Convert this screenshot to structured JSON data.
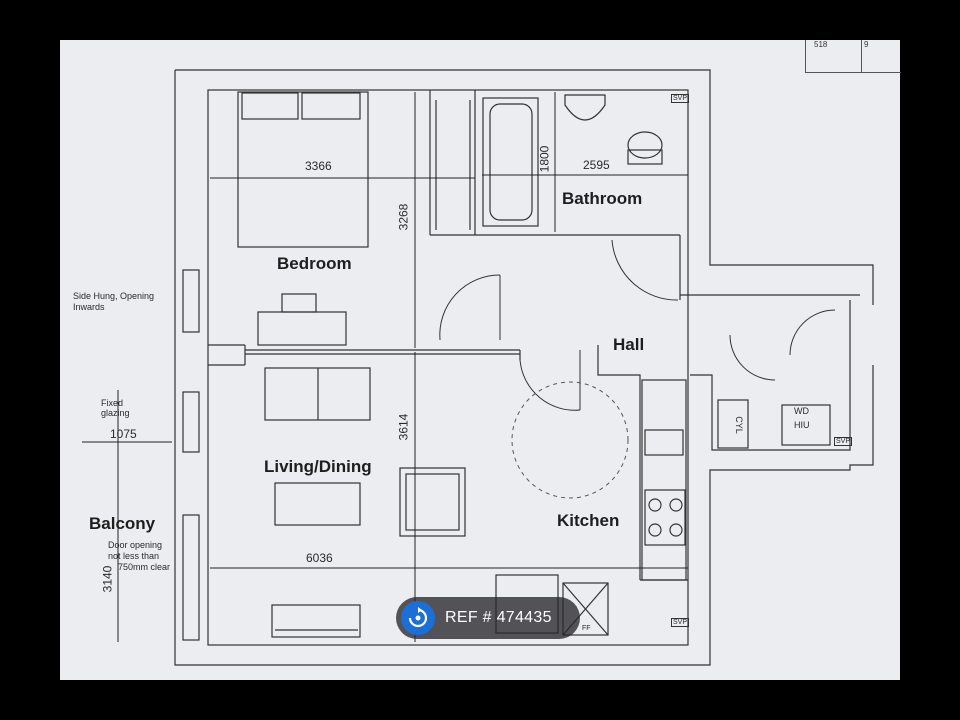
{
  "plan": {
    "rooms": {
      "bedroom": "Bedroom",
      "bathroom": "Bathroom",
      "hall": "Hall",
      "living": "Living/Dining",
      "kitchen": "Kitchen",
      "balcony": "Balcony"
    },
    "dimensions": {
      "bed_width": "3366",
      "bed_depth": "3268",
      "bath_depth": "1800",
      "bath_width": "2595",
      "living_depth": "3614",
      "living_width": "6036",
      "balcony_width": "1075",
      "balcony_depth": "3140"
    },
    "notes": {
      "side_hung": "Side Hung, Opening",
      "inwards": "Inwards",
      "fixed": "Fixed",
      "glazing": "glazing",
      "door_line1": "Door opening",
      "door_line2": "not less than",
      "door_line3": "750mm clear"
    },
    "fixtures": {
      "svp": "SVP",
      "wd": "WD",
      "hiu": "HIU",
      "cyl": "CYL",
      "ff": "FF"
    },
    "corner_values": [
      "518",
      "9"
    ]
  },
  "badge": {
    "ref_text": "REF # 474435",
    "icon": "rotate-arrows-icon",
    "accent": "#1c6fd6"
  }
}
